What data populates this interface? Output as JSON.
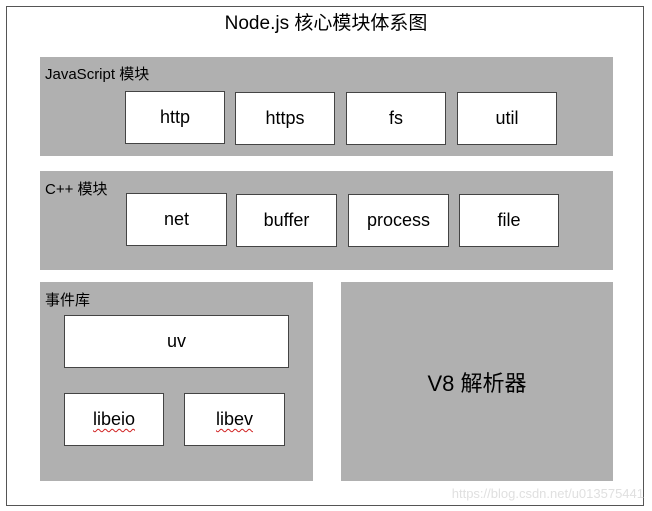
{
  "title": "Node.js 核心模块体系图",
  "js_layer": {
    "label": "JavaScript 模块",
    "modules": [
      "http",
      "https",
      "fs",
      "util"
    ]
  },
  "cpp_layer": {
    "label": "C++ 模块",
    "modules": [
      "net",
      "buffer",
      "process",
      "file"
    ]
  },
  "event_layer": {
    "label": "事件库",
    "uv": "uv",
    "libs": [
      "libeio",
      "libev"
    ]
  },
  "v8_layer": {
    "label": "V8 解析器"
  },
  "watermark": "https://blog.csdn.net/u013575441"
}
